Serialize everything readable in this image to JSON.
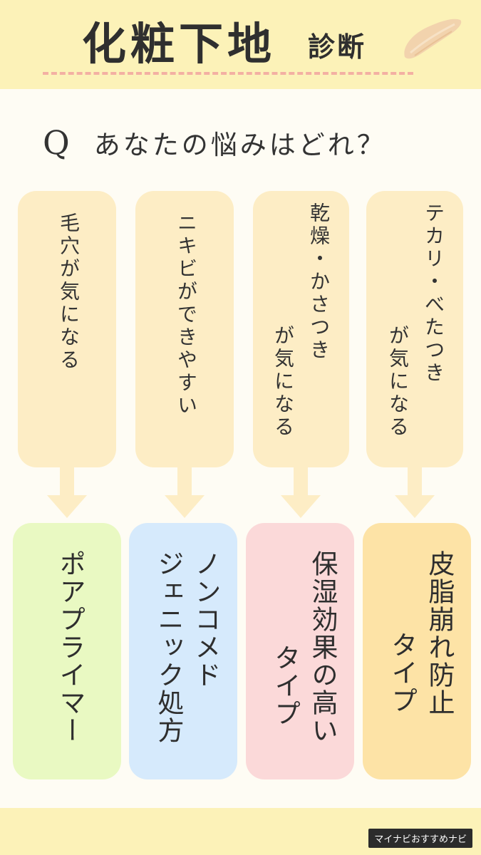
{
  "header": {
    "title_main": "化粧下地",
    "title_sub": "診断",
    "swatch_icon": "foundation-smear-icon",
    "accent_color": "#f3b0a3"
  },
  "question": {
    "mark": "Q",
    "text": "あなたの悩みはどれ？"
  },
  "worries": [
    {
      "lines": [
        "毛穴が気になる"
      ]
    },
    {
      "lines": [
        "ニキビができやすい"
      ]
    },
    {
      "lines": [
        "乾燥・かさつき",
        "が気になる"
      ]
    },
    {
      "lines": [
        "テカリ・べたつき",
        "が気になる"
      ]
    }
  ],
  "results": [
    {
      "lines": [
        "ポアプライマー"
      ],
      "color": "#e9f9c2"
    },
    {
      "lines": [
        "ノンコメド",
        "ジェニック処方"
      ],
      "color": "#d6eafc"
    },
    {
      "lines": [
        "保湿効果の高い",
        "タイプ"
      ],
      "color": "#fbd9d9"
    },
    {
      "lines": [
        "皮脂崩れ防止",
        "タイプ"
      ],
      "color": "#fde3a6"
    }
  ],
  "footer": {
    "credit": "マイナビおすすめナビ"
  }
}
